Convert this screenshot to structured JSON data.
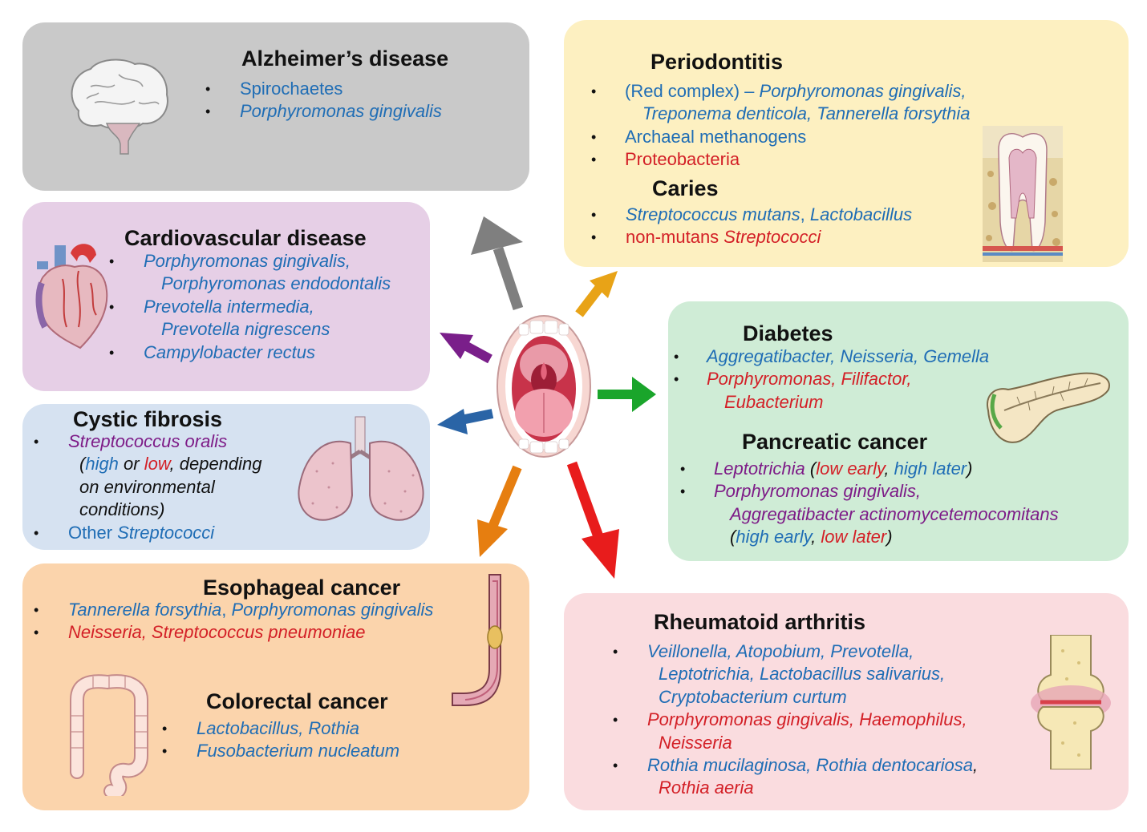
{
  "colors": {
    "alz_bg": "#c9c9c9",
    "perio_bg": "#fdf0c1",
    "cardio_bg": "#e6cfe6",
    "diab_bg": "#cfecd6",
    "cf_bg": "#d6e2f1",
    "eso_bg": "#fbd4ac",
    "ra_bg": "#fadcdf",
    "blue_text": "#1f6db5",
    "red_text": "#d31f26",
    "purple_text": "#7d1b87",
    "arrow_gray": "#7f7f7f",
    "arrow_yellow": "#e8a317",
    "arrow_purple": "#7a1f8a",
    "arrow_green": "#1aa52b",
    "arrow_blue": "#2a64a6",
    "arrow_orange": "#e67e10",
    "arrow_red": "#e81c1c"
  },
  "icons": [
    "brain-icon",
    "tooth-icon",
    "heart-icon",
    "pancreas-icon",
    "lungs-icon",
    "esophagus-icon",
    "colon-icon",
    "knee-joint-icon",
    "open-mouth-icon"
  ],
  "alzheimers": {
    "title": "Alzheimer’s disease",
    "items": [
      "Spirochaetes",
      "Porphyromonas gingivalis"
    ]
  },
  "periodontitis": {
    "title": "Periodontitis",
    "item1_a": "(Red complex) – ",
    "item1_b": "Porphyromonas gingivalis,",
    "item1_c": "Treponema denticola, Tannerella forsythia",
    "item2": "Archaeal methanogens",
    "item3": "Proteobacteria"
  },
  "caries": {
    "title": "Caries",
    "item1_a": "Streptococcus mutans",
    "item1_b": ", ",
    "item1_c": "Lactobacillus",
    "item2_a": "non-mutans ",
    "item2_b": "Streptococci"
  },
  "cardio": {
    "title": "Cardiovascular disease",
    "items": [
      "Porphyromonas gingivalis,",
      "Porphyromonas endodontalis",
      "Prevotella intermedia,",
      "Prevotella nigrescens",
      "Campylobacter rectus"
    ]
  },
  "diabetes": {
    "title": "Diabetes",
    "item1": "Aggregatibacter, Neisseria, Gemella",
    "item2_a": "Porphyromonas, Filifactor,",
    "item2_b": "Eubacterium"
  },
  "pancreatic": {
    "title": "Pancreatic cancer",
    "item1_a": "Leptotrichia",
    "item1_b": " (",
    "item1_c": "low early",
    "item1_d": ", ",
    "item1_e": "high later",
    "item1_f": ")",
    "item2_a": "Porphyromonas gingivalis,",
    "item2_b": "Aggregatibacter actinomycetemocomitans",
    "item2_c": "(",
    "item2_d": "high early",
    "item2_e": ", ",
    "item2_f": "low later",
    "item2_g": ")"
  },
  "cystic": {
    "title": "Cystic fibrosis",
    "item1": "Streptococcus oralis",
    "item1_b1": "(",
    "item1_b2": "high",
    "item1_b3": " or ",
    "item1_b4": "low",
    "item1_b5": ", depending",
    "item1_c": "on environmental",
    "item1_d": "conditions)",
    "item2_a": "Other ",
    "item2_b": "Streptococci"
  },
  "esophageal": {
    "title": "Esophageal cancer",
    "item1_a": "Tannerella forsythia",
    "item1_b": ", ",
    "item1_c": "Porphyromonas gingivalis",
    "item2": "Neisseria, Streptococcus pneumoniae"
  },
  "colorectal": {
    "title": "Colorectal cancer",
    "items": [
      "Lactobacillus, Rothia",
      "Fusobacterium nucleatum"
    ]
  },
  "rheumatoid": {
    "title": "Rheumatoid arthritis",
    "item1_a": "Veillonella, Atopobium, Prevotella,",
    "item1_b": "Leptotrichia, Lactobacillus salivarius,",
    "item1_c": "Cryptobacterium curtum",
    "item2_a": "Porphyromonas gingivalis, Haemophilus,",
    "item2_b": "Neisseria",
    "item3_a": "Rothia mucilaginosa, Rothia dentocariosa",
    "item3_sep": ",",
    "item3_b": "Rothia aeria"
  },
  "bullet": "•"
}
